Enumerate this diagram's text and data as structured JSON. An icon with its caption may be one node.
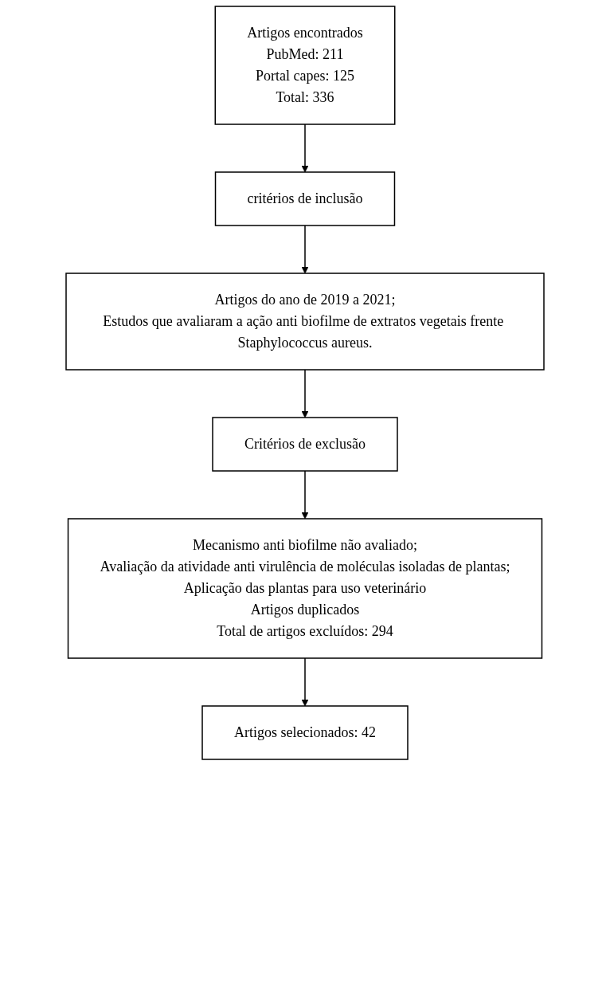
{
  "diagram": {
    "nodes": [
      {
        "text": [
          "Artigos encontrados",
          "PubMed: 211",
          "Portal capes: 125",
          "Total: 336"
        ]
      },
      {
        "text": [
          "critérios de inclusão"
        ]
      },
      {
        "text": [
          "Artigos do ano de 2019 a 2021;",
          "Estudos que avaliaram a ação anti biofilme de extratos vegetais frente Staphylococcus aureus."
        ]
      },
      {
        "text": [
          "Critérios de exclusão"
        ]
      },
      {
        "text": [
          "Mecanismo anti biofilme não avaliado;",
          "Avaliação da atividade anti virulência de moléculas isoladas de plantas;",
          "Aplicação das plantas para uso veterinário",
          "Artigos duplicados",
          "Total de artigos excluídos: 294"
        ]
      },
      {
        "text": [
          "Artigos selecionados: 42"
        ]
      }
    ],
    "edges": [
      {
        "from": 0,
        "to": 1,
        "arrow": "to"
      },
      {
        "from": 1,
        "to": 2,
        "arrow": "to"
      },
      {
        "from": 2,
        "to": 3,
        "arrow": "to"
      },
      {
        "from": 3,
        "to": 4,
        "arrow": "to"
      },
      {
        "from": 4,
        "to": 5,
        "arrow": "to"
      }
    ]
  }
}
